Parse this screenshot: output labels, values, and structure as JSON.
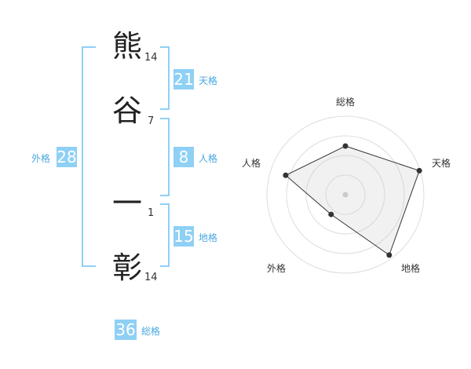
{
  "name_chars": [
    {
      "char": "熊",
      "strokes": "14"
    },
    {
      "char": "谷",
      "strokes": "7"
    },
    {
      "char": "一",
      "strokes": "1"
    },
    {
      "char": "彰",
      "strokes": "14"
    }
  ],
  "kakusu": {
    "tenkaku": {
      "value": "21",
      "label": "天格"
    },
    "jinkaku": {
      "value": "8",
      "label": "人格"
    },
    "chikaku": {
      "value": "15",
      "label": "地格"
    },
    "gaikaku": {
      "value": "28",
      "label": "外格"
    },
    "soukaku": {
      "value": "36",
      "label": "総格"
    }
  },
  "colors": {
    "accent": "#8fd0f5",
    "label": "#4aa8e0"
  },
  "chart_data": {
    "type": "radar",
    "axes": [
      "総格",
      "天格",
      "地格",
      "外格",
      "人格"
    ],
    "values": [
      0.62,
      0.99,
      0.95,
      0.31,
      0.8
    ],
    "scale": [
      0,
      1
    ],
    "rings": 4,
    "grid": true
  }
}
